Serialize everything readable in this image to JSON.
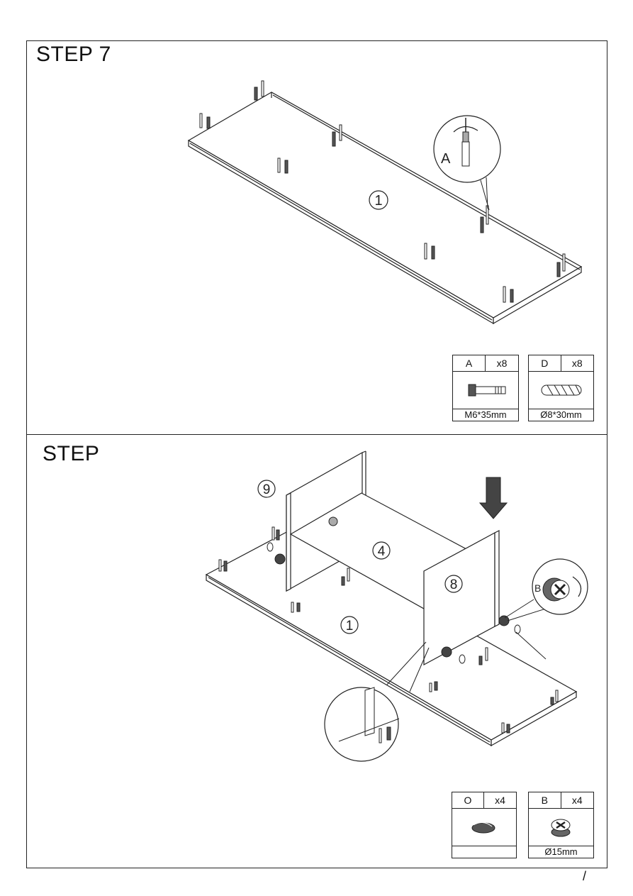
{
  "steps": [
    {
      "title": "STEP 7",
      "labels": {
        "panel": "1",
        "detail": "A"
      },
      "parts": [
        {
          "code": "A",
          "qty": "x8",
          "size": "M6*35mm",
          "icon": "cam-bolt-icon"
        },
        {
          "code": "D",
          "qty": "x8",
          "size": "Ø8*30mm",
          "icon": "wooden-dowel-icon"
        }
      ]
    },
    {
      "title": "STEP",
      "labels": {
        "side_left": "9",
        "shelf": "4",
        "side_right": "8",
        "bottom": "1",
        "detail": "B"
      },
      "parts": [
        {
          "code": "O",
          "qty": "x4",
          "size": "",
          "icon": "cover-cap-icon"
        },
        {
          "code": "B",
          "qty": "x4",
          "size": "Ø15mm",
          "icon": "cam-lock-icon"
        }
      ]
    }
  ],
  "page_mark": "/"
}
